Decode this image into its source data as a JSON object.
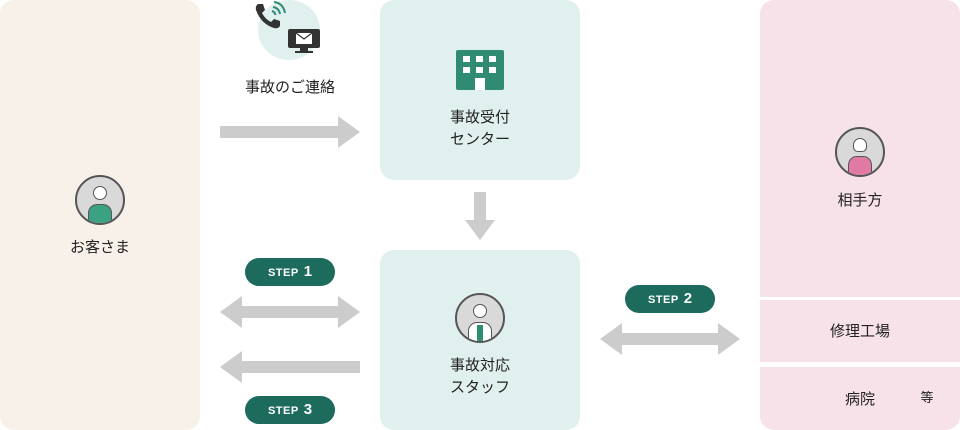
{
  "customer": {
    "label": "お客さま"
  },
  "contact": {
    "label": "事故のご連絡"
  },
  "center": {
    "line1": "事故受付",
    "line2": "センター"
  },
  "staff": {
    "line1": "事故対応",
    "line2": "スタッフ"
  },
  "party": {
    "label": "相手方"
  },
  "repair": {
    "label": "修理工場"
  },
  "hospital": {
    "label": "病院",
    "suffix": "等"
  },
  "steps": [
    {
      "word": "STEP",
      "num": "1"
    },
    {
      "word": "STEP",
      "num": "2"
    },
    {
      "word": "STEP",
      "num": "3"
    }
  ],
  "colors": {
    "customer_bg": "#f7f1ea",
    "center_bg": "#e0f0ef",
    "party_bg": "#f6e2e8",
    "step_pill": "#1c6b5d",
    "arrow": "#cccccc",
    "building": "#2f8c72",
    "staff_tie": "#2f8c72",
    "customer_shirt": "#3aa283",
    "party_shirt": "#e07aa5"
  },
  "icons": [
    "phone-icon",
    "computer-mail-icon",
    "building-icon",
    "customer-avatar-icon",
    "staff-avatar-icon",
    "party-avatar-icon"
  ]
}
